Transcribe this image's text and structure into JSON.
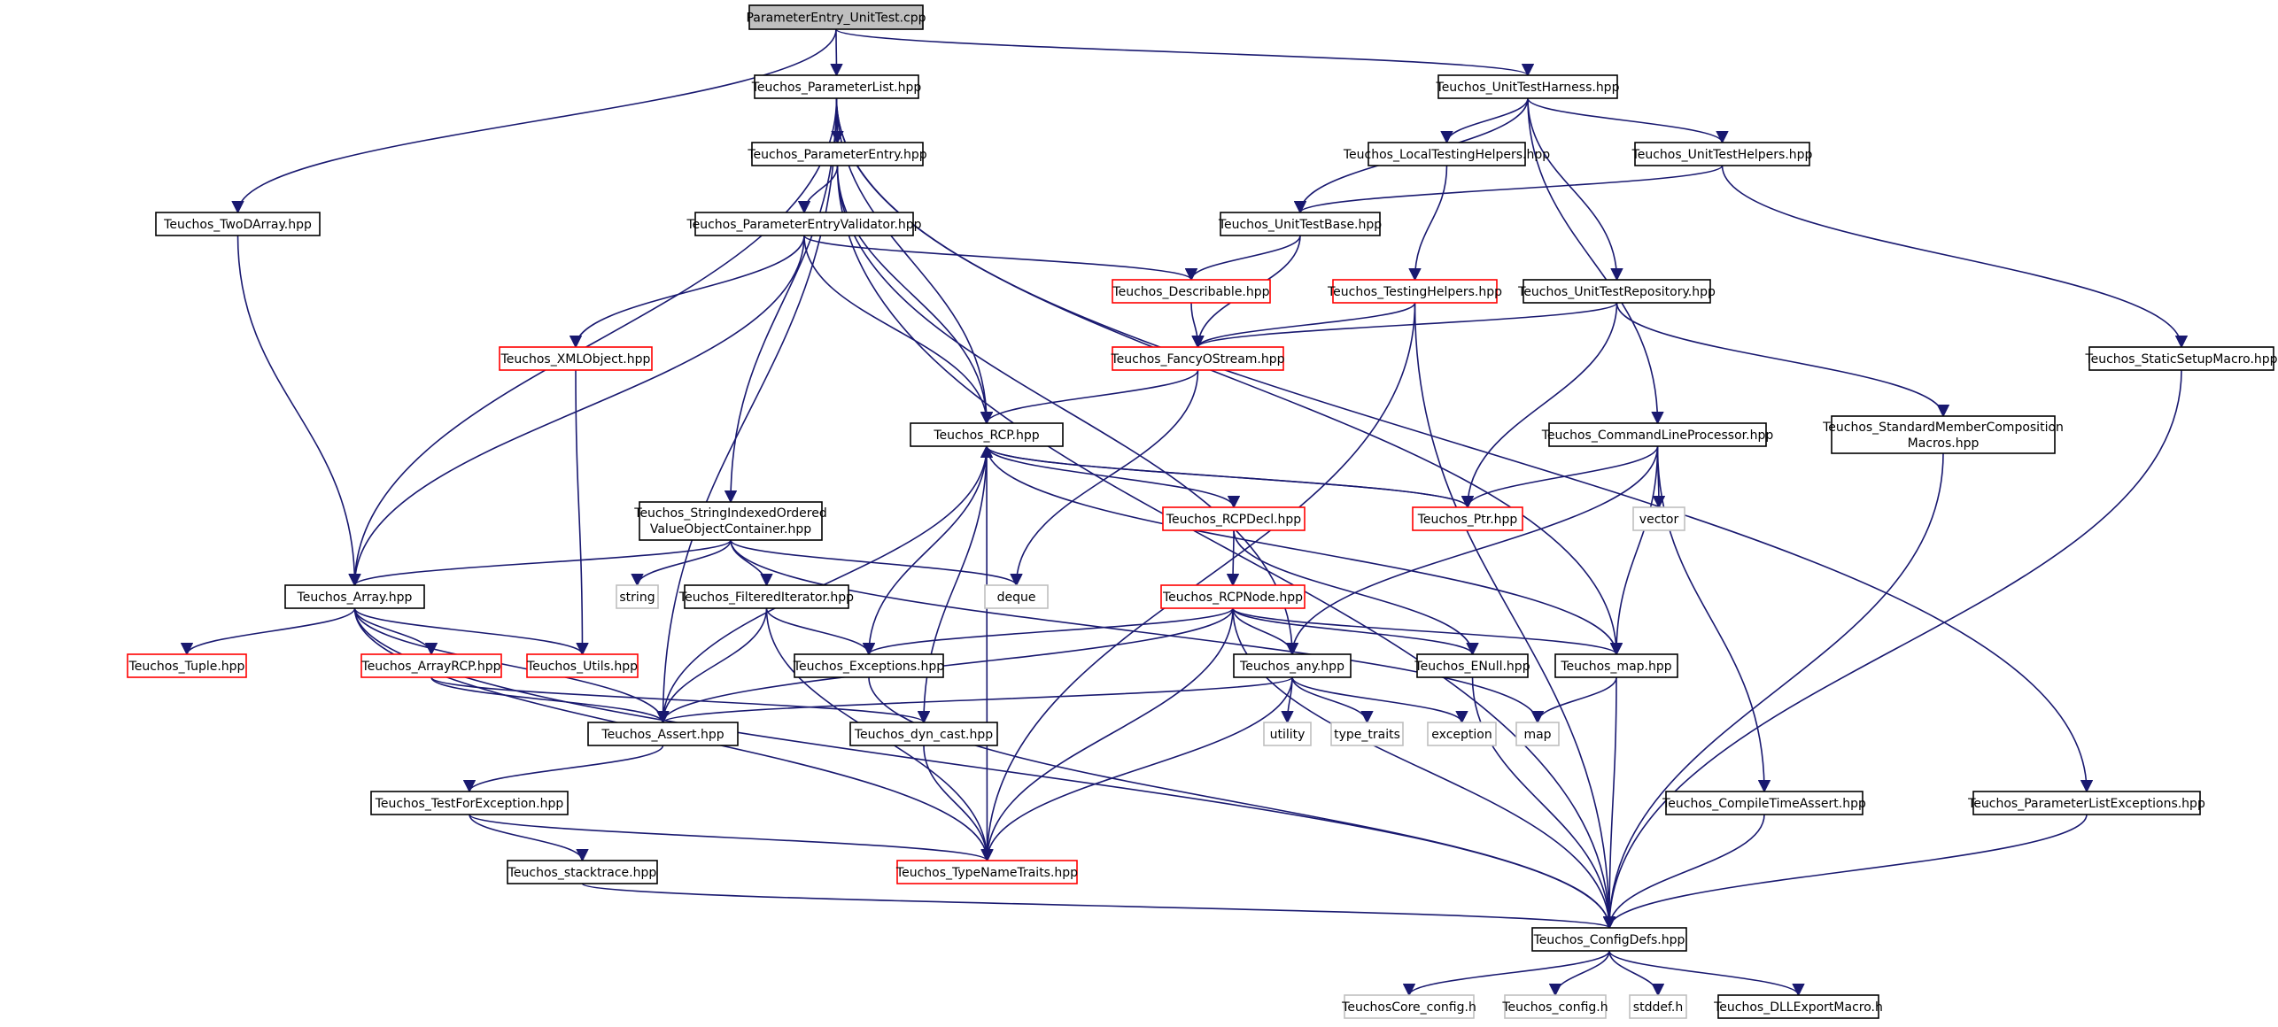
{
  "diagram": {
    "colors": {
      "edge": "#191970",
      "edge_highlight": "#8b0000",
      "border_normal": "#000000",
      "border_red": "#ff0000",
      "border_gray": "#bfbfbf",
      "fill_root": "#bfbfbf",
      "fill_normal": "#ffffff"
    },
    "nodes": [
      {
        "id": "root",
        "label": "ParameterEntry_UnitTest.cpp",
        "style": "root"
      },
      {
        "id": "plist",
        "label": "Teuchos_ParameterList.hpp",
        "style": "normal"
      },
      {
        "id": "harness",
        "label": "Teuchos_UnitTestHarness.hpp",
        "style": "normal"
      },
      {
        "id": "pentry",
        "label": "Teuchos_ParameterEntry.hpp",
        "style": "normal"
      },
      {
        "id": "twod",
        "label": "Teuchos_TwoDArray.hpp",
        "style": "normal"
      },
      {
        "id": "pev",
        "label": "Teuchos_ParameterEntryValidator.hpp",
        "style": "normal"
      },
      {
        "id": "localtest",
        "label": "Teuchos_LocalTestingHelpers.hpp",
        "style": "normal"
      },
      {
        "id": "uthelpers",
        "label": "Teuchos_UnitTestHelpers.hpp",
        "style": "normal"
      },
      {
        "id": "utbase",
        "label": "Teuchos_UnitTestBase.hpp",
        "style": "normal"
      },
      {
        "id": "describable",
        "label": "Teuchos_Describable.hpp",
        "style": "red"
      },
      {
        "id": "testinghelpers",
        "label": "Teuchos_TestingHelpers.hpp",
        "style": "red"
      },
      {
        "id": "utrepo",
        "label": "Teuchos_UnitTestRepository.hpp",
        "style": "normal"
      },
      {
        "id": "xmlobj",
        "label": "Teuchos_XMLObject.hpp",
        "style": "red"
      },
      {
        "id": "fancy",
        "label": "Teuchos_FancyOStream.hpp",
        "style": "red"
      },
      {
        "id": "staticsetup",
        "label": "Teuchos_StaticSetupMacro.hpp",
        "style": "normal"
      },
      {
        "id": "rcp",
        "label": "Teuchos_RCP.hpp",
        "style": "normal"
      },
      {
        "id": "clp",
        "label": "Teuchos_CommandLineProcessor.hpp",
        "style": "normal"
      },
      {
        "id": "stdmember",
        "label": "Teuchos_StandardMemberComposition",
        "label2": "Macros.hpp",
        "style": "normal"
      },
      {
        "id": "sioc",
        "label": "Teuchos_StringIndexedOrdered",
        "label2": "ValueObjectContainer.hpp",
        "style": "normal"
      },
      {
        "id": "rcpdecl",
        "label": "Teuchos_RCPDecl.hpp",
        "style": "red"
      },
      {
        "id": "ptr",
        "label": "Teuchos_Ptr.hpp",
        "style": "red"
      },
      {
        "id": "vector",
        "label": "vector",
        "style": "gray"
      },
      {
        "id": "array",
        "label": "Teuchos_Array.hpp",
        "style": "normal"
      },
      {
        "id": "string",
        "label": "string",
        "style": "gray"
      },
      {
        "id": "filtered",
        "label": "Teuchos_FilteredIterator.hpp",
        "style": "normal"
      },
      {
        "id": "deque",
        "label": "deque",
        "style": "gray"
      },
      {
        "id": "rcpnode",
        "label": "Teuchos_RCPNode.hpp",
        "style": "red"
      },
      {
        "id": "tuple",
        "label": "Teuchos_Tuple.hpp",
        "style": "red"
      },
      {
        "id": "arrayrcp",
        "label": "Teuchos_ArrayRCP.hpp",
        "style": "red"
      },
      {
        "id": "utils",
        "label": "Teuchos_Utils.hpp",
        "style": "red"
      },
      {
        "id": "exceptions",
        "label": "Teuchos_Exceptions.hpp",
        "style": "normal"
      },
      {
        "id": "any",
        "label": "Teuchos_any.hpp",
        "style": "normal"
      },
      {
        "id": "enull",
        "label": "Teuchos_ENull.hpp",
        "style": "normal"
      },
      {
        "id": "tmap",
        "label": "Teuchos_map.hpp",
        "style": "normal"
      },
      {
        "id": "assert",
        "label": "Teuchos_Assert.hpp",
        "style": "normal"
      },
      {
        "id": "dyncast",
        "label": "Teuchos_dyn_cast.hpp",
        "style": "normal"
      },
      {
        "id": "utility",
        "label": "utility",
        "style": "gray"
      },
      {
        "id": "typetraits",
        "label": "type_traits",
        "style": "gray"
      },
      {
        "id": "exception",
        "label": "exception",
        "style": "gray"
      },
      {
        "id": "map",
        "label": "map",
        "style": "gray"
      },
      {
        "id": "testforexc",
        "label": "Teuchos_TestForException.hpp",
        "style": "normal"
      },
      {
        "id": "compiletime",
        "label": "Teuchos_CompileTimeAssert.hpp",
        "style": "normal"
      },
      {
        "id": "plistexc",
        "label": "Teuchos_ParameterListExceptions.hpp",
        "style": "normal"
      },
      {
        "id": "stacktrace",
        "label": "Teuchos_stacktrace.hpp",
        "style": "normal"
      },
      {
        "id": "typename",
        "label": "Teuchos_TypeNameTraits.hpp",
        "style": "red"
      },
      {
        "id": "configdefs",
        "label": "Teuchos_ConfigDefs.hpp",
        "style": "normal"
      },
      {
        "id": "coreconfig",
        "label": "TeuchosCore_config.h",
        "style": "gray"
      },
      {
        "id": "tconfig",
        "label": "Teuchos_config.h",
        "style": "gray"
      },
      {
        "id": "stddef",
        "label": "stddef.h",
        "style": "gray"
      },
      {
        "id": "dllexport",
        "label": "Teuchos_DLLExportMacro.h",
        "style": "normal"
      }
    ],
    "edges": [
      [
        "root",
        "plist"
      ],
      [
        "root",
        "harness"
      ],
      [
        "root",
        "twod"
      ],
      [
        "plist",
        "pentry"
      ],
      [
        "plist",
        "rcp"
      ],
      [
        "plist",
        "sioc"
      ],
      [
        "plist",
        "array"
      ],
      [
        "plist",
        "assert"
      ],
      [
        "plist",
        "tmap"
      ],
      [
        "plist",
        "plistexc"
      ],
      [
        "harness",
        "localtest"
      ],
      [
        "harness",
        "uthelpers"
      ],
      [
        "harness",
        "utbase"
      ],
      [
        "harness",
        "utrepo"
      ],
      [
        "harness",
        "clp"
      ],
      [
        "pentry",
        "pev"
      ],
      [
        "pentry",
        "rcp"
      ],
      [
        "pentry",
        "any"
      ],
      [
        "pentry",
        "configdefs"
      ],
      [
        "twod",
        "array"
      ],
      [
        "pev",
        "describable"
      ],
      [
        "pev",
        "xmlobj"
      ],
      [
        "pev",
        "rcp"
      ],
      [
        "pev",
        "array"
      ],
      [
        "localtest",
        "testinghelpers"
      ],
      [
        "uthelpers",
        "utbase"
      ],
      [
        "uthelpers",
        "staticsetup"
      ],
      [
        "utbase",
        "describable"
      ],
      [
        "utbase",
        "fancy"
      ],
      [
        "describable",
        "fancy"
      ],
      [
        "testinghelpers",
        "fancy"
      ],
      [
        "testinghelpers",
        "typename"
      ],
      [
        "testinghelpers",
        "configdefs"
      ],
      [
        "utrepo",
        "fancy"
      ],
      [
        "utrepo",
        "ptr"
      ],
      [
        "utrepo",
        "stdmember"
      ],
      [
        "xmlobj",
        "utils"
      ],
      [
        "fancy",
        "rcp"
      ],
      [
        "fancy",
        "deque"
      ],
      [
        "staticsetup",
        "configdefs"
      ],
      [
        "rcp",
        "rcpdecl"
      ],
      [
        "rcp",
        "ptr"
      ],
      [
        "rcp",
        "tmap"
      ],
      [
        "rcp",
        "exceptions"
      ],
      [
        "rcp",
        "assert"
      ],
      [
        "rcp",
        "dyncast"
      ],
      [
        "rcp",
        "typename"
      ],
      [
        "ptr",
        "rcp"
      ],
      [
        "clp",
        "ptr"
      ],
      [
        "clp",
        "vector"
      ],
      [
        "clp",
        "any"
      ],
      [
        "clp",
        "tmap"
      ],
      [
        "clp",
        "compiletime"
      ],
      [
        "stdmember",
        "configdefs"
      ],
      [
        "sioc",
        "array"
      ],
      [
        "sioc",
        "string"
      ],
      [
        "sioc",
        "filtered"
      ],
      [
        "sioc",
        "deque"
      ],
      [
        "sioc",
        "map"
      ],
      [
        "rcpdecl",
        "rcpnode"
      ],
      [
        "rcpdecl",
        "enull"
      ],
      [
        "array",
        "tuple"
      ],
      [
        "array",
        "arrayrcp"
      ],
      [
        "array",
        "utils"
      ],
      [
        "array",
        "assert"
      ],
      [
        "array",
        "typename"
      ],
      [
        "array",
        "configdefs"
      ],
      [
        "filtered",
        "exceptions"
      ],
      [
        "filtered",
        "assert"
      ],
      [
        "filtered",
        "typename"
      ],
      [
        "rcpnode",
        "exceptions"
      ],
      [
        "rcpnode",
        "any"
      ],
      [
        "rcpnode",
        "enull"
      ],
      [
        "rcpnode",
        "tmap"
      ],
      [
        "rcpnode",
        "assert"
      ],
      [
        "rcpnode",
        "typename"
      ],
      [
        "rcpnode",
        "configdefs"
      ],
      [
        "arrayrcp",
        "assert"
      ],
      [
        "arrayrcp",
        "dyncast"
      ],
      [
        "exceptions",
        "configdefs"
      ],
      [
        "any",
        "assert"
      ],
      [
        "any",
        "utility"
      ],
      [
        "any",
        "typetraits"
      ],
      [
        "any",
        "exception"
      ],
      [
        "any",
        "typename"
      ],
      [
        "enull",
        "configdefs"
      ],
      [
        "tmap",
        "map"
      ],
      [
        "tmap",
        "configdefs"
      ],
      [
        "assert",
        "testforexc"
      ],
      [
        "dyncast",
        "typename"
      ],
      [
        "testforexc",
        "stacktrace"
      ],
      [
        "testforexc",
        "typename"
      ],
      [
        "compiletime",
        "configdefs"
      ],
      [
        "plistexc",
        "configdefs"
      ],
      [
        "stacktrace",
        "configdefs"
      ],
      [
        "configdefs",
        "coreconfig"
      ],
      [
        "configdefs",
        "tconfig"
      ],
      [
        "configdefs",
        "stddef"
      ],
      [
        "configdefs",
        "dllexport"
      ]
    ]
  }
}
